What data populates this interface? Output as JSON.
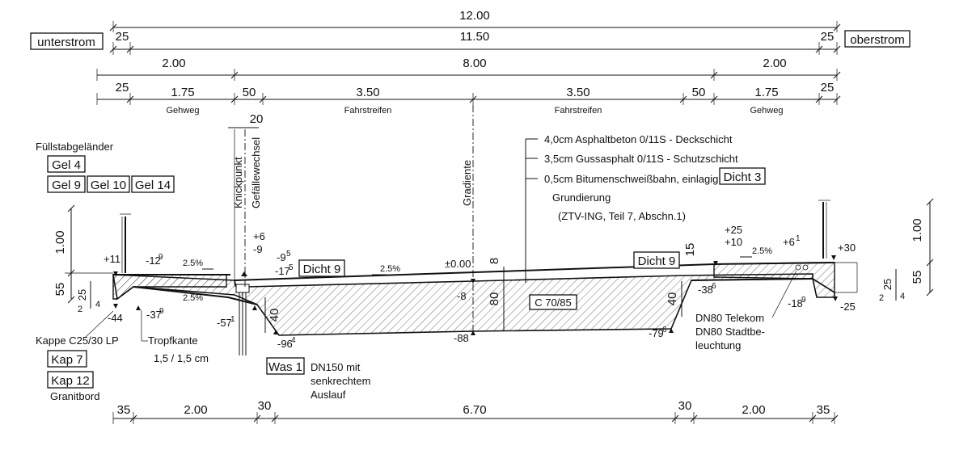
{
  "side_labels": {
    "left": "unterstrom",
    "right": "oberstrom"
  },
  "dim_row1": [
    "12.00"
  ],
  "dim_row2": [
    "25",
    "11.50",
    "25"
  ],
  "dim_row3": [
    "2.00",
    "8.00",
    "2.00"
  ],
  "dim_row4": [
    "25",
    "1.75",
    "50",
    "3.50",
    "3.50",
    "50",
    "1.75",
    "25"
  ],
  "lane_labels": [
    "Gehweg",
    "Fahrstreifen",
    "Fahrstreifen",
    "Gehweg"
  ],
  "bottom_dims": [
    "35",
    "2.00",
    "30",
    "6.70",
    "30",
    "2.00",
    "35"
  ],
  "width_20": "20",
  "vertical_labels": {
    "knickpunkt": "Knickpunkt",
    "gefaelle": "Gefällewechsel",
    "gradiente": "Gradiente"
  },
  "railing": {
    "title": "Füllstabgeländer",
    "boxes": [
      "Gel 4",
      "Gel 9",
      "Gel 10",
      "Gel 14"
    ]
  },
  "layers": [
    "4,0cm Asphaltbeton 0/11S - Deckschicht",
    "3,5cm Gussasphalt 0/11S - Schutzschicht",
    "0,5cm Bitumenschweißbahn, einlagig",
    "Grundierung",
    "(ZTV-ING, Teil 7, Abschn.1)"
  ],
  "dicht_boxes": [
    "Dicht 3",
    "Dicht 9",
    "Dicht 9"
  ],
  "kappe": {
    "label": "Kappe C25/30 LP",
    "boxes": [
      "Kap 7",
      "Kap 12"
    ],
    "granit": "Granitbord"
  },
  "tropfkante": [
    "Tropfkante",
    "1,5 / 1,5 cm"
  ],
  "was": {
    "box": "Was 1",
    "lines": [
      "DN150 mit",
      "senkrechtem",
      "Auslauf"
    ]
  },
  "concrete": "C 70/85",
  "dn80": [
    "DN80 Telekom",
    "DN80 Stadtbe-",
    "leuchtung"
  ],
  "slopes": [
    "2.5%",
    "2.5%",
    "2.5%",
    "2.5%"
  ],
  "left_vdims": [
    "1.00",
    "55",
    "25",
    "2",
    "4"
  ],
  "right_vdims": [
    "1.00",
    "55",
    "25",
    "2",
    "4"
  ],
  "vdims_mid": [
    "40",
    "40",
    "80",
    "8",
    "15"
  ],
  "elevations": {
    "p11": "+11",
    "m12": "-12",
    "m12s": "9",
    "m44": "-44",
    "m37": "-37",
    "m37s": "9",
    "p6": "+6",
    "m9": "-9",
    "m95": "-9",
    "m95s": "5",
    "m17": "-17",
    "m17s": "5",
    "m57": "-57",
    "m57s": "1",
    "m96": "-96",
    "m96s": "4",
    "zero": "±0.00",
    "m8": "-8",
    "m88": "-88",
    "p25": "+25",
    "p10": "+10",
    "p6b": "+6",
    "p6bs": "1",
    "p30": "+30",
    "m38": "-38",
    "m38s": "6",
    "m18": "-18",
    "m18s": "9",
    "m79": "-79",
    "m79s": "6",
    "m25": "-25"
  },
  "colors": {
    "ink": "#111111"
  }
}
